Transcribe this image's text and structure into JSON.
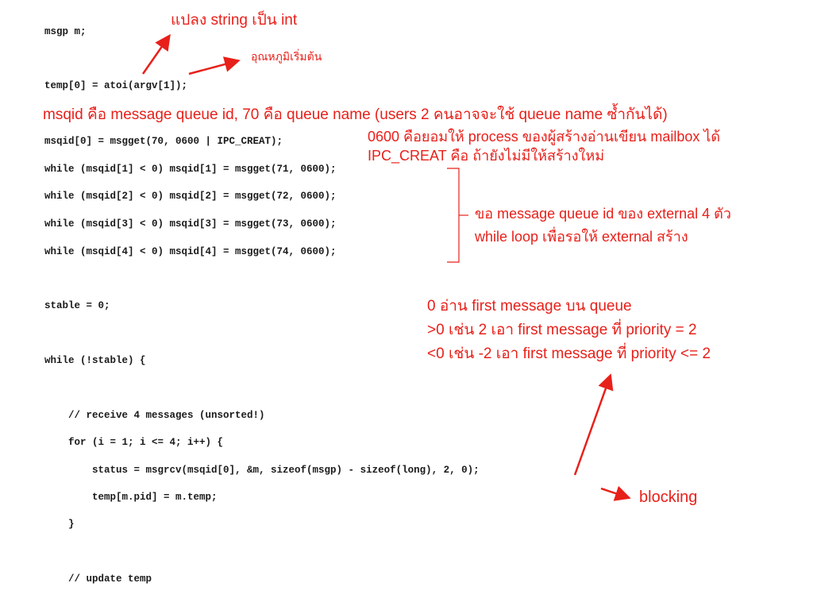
{
  "code": {
    "lines": [
      "msgp m;",
      "temp[0] = atoi(argv[1]);",
      "msqid[0] = msgget(70, 0600 | IPC_CREAT);",
      "while (msqid[1] < 0) msqid[1] = msgget(71, 0600);",
      "while (msqid[2] < 0) msqid[2] = msgget(72, 0600);",
      "while (msqid[3] < 0) msqid[3] = msgget(73, 0600);",
      "while (msqid[4] < 0) msqid[4] = msgget(74, 0600);",
      "stable = 0;",
      "while (!stable) {",
      "    // receive 4 messages (unsorted!)",
      "    for (i = 1; i <= 4; i++) {",
      "        status = msgrcv(msqid[0], &m, sizeof(msgp) - sizeof(long), 2, 0);",
      "        temp[m.pid] = m.temp;",
      "    }",
      "    // update temp"
    ]
  },
  "annotations": {
    "atoi_note": "แปลง string เป็น int",
    "temp_note": "อุณหภูมิเริ่มต้น",
    "msqid_note": "msqid คือ message queue id, 70 คือ queue name (users 2 คนอาจจะใช้ queue name ซ้ำกันได้)",
    "perm_note": "0600 คือยอมให้ process ของผู้สร้างอ่านเขียน mailbox ได้",
    "creat_note": "IPC_CREAT คือ ถ้ายังไม่มีให้สร้างใหม่",
    "external_note_1": "ขอ message queue id ของ external 4 ตัว",
    "external_note_2": "while loop เพื่อรอให้ external สร้าง",
    "priority_note_1": "0 อ่าน first message บน queue",
    "priority_note_2": ">0 เช่น 2 เอา first message ที่ priority = 2",
    "priority_note_3": "<0 เช่น -2 เอา first message ที่  priority <= 2",
    "blocking_note": "blocking"
  },
  "colors": {
    "annotation": "#e8201a",
    "code": "#1a1a1a"
  }
}
